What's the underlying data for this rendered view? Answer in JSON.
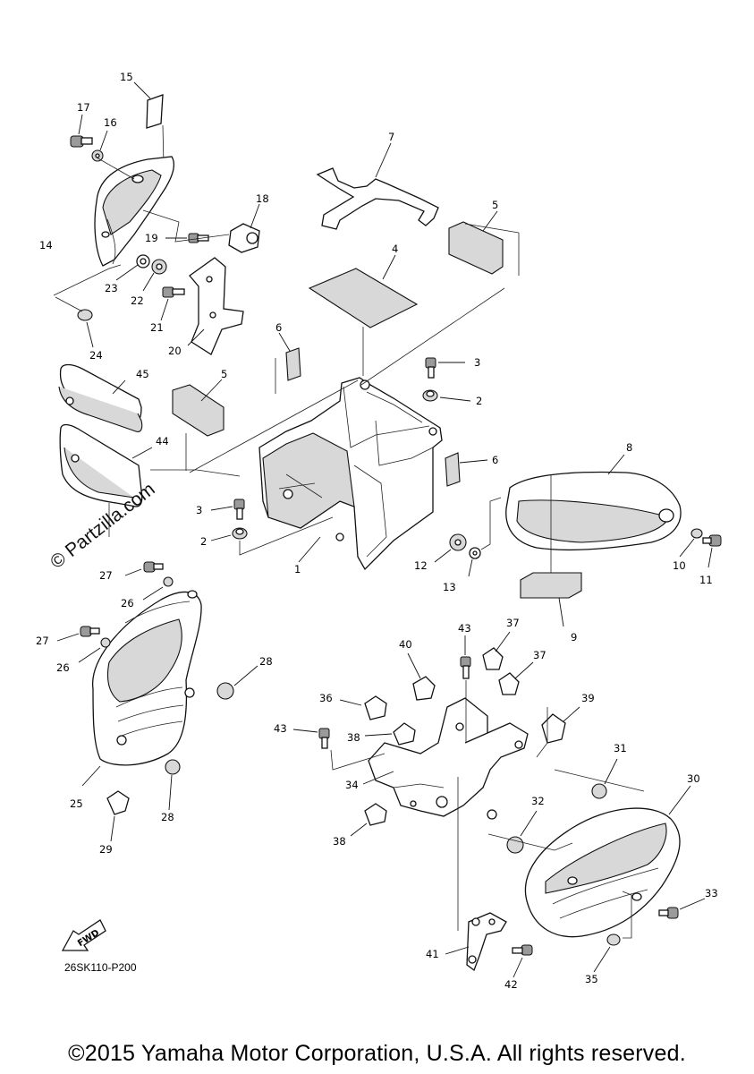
{
  "diagram": {
    "part_numbers": [
      "1",
      "2",
      "2",
      "3",
      "3",
      "4",
      "5",
      "5",
      "6",
      "6",
      "7",
      "8",
      "9",
      "10",
      "11",
      "12",
      "13",
      "14",
      "15",
      "16",
      "17",
      "18",
      "19",
      "20",
      "21",
      "22",
      "23",
      "24",
      "25",
      "26",
      "26",
      "27",
      "27",
      "28",
      "28",
      "29",
      "30",
      "31",
      "32",
      "33",
      "34",
      "35",
      "36",
      "37",
      "37",
      "38",
      "38",
      "39",
      "40",
      "41",
      "42",
      "43",
      "43",
      "44",
      "45"
    ],
    "drawing_code": "26SK110-P200",
    "fwd_label": "FWD",
    "watermark": "© Partzilla.com",
    "copyright": "©2015 Yamaha Motor Corporation, U.S.A. All rights reserved."
  }
}
